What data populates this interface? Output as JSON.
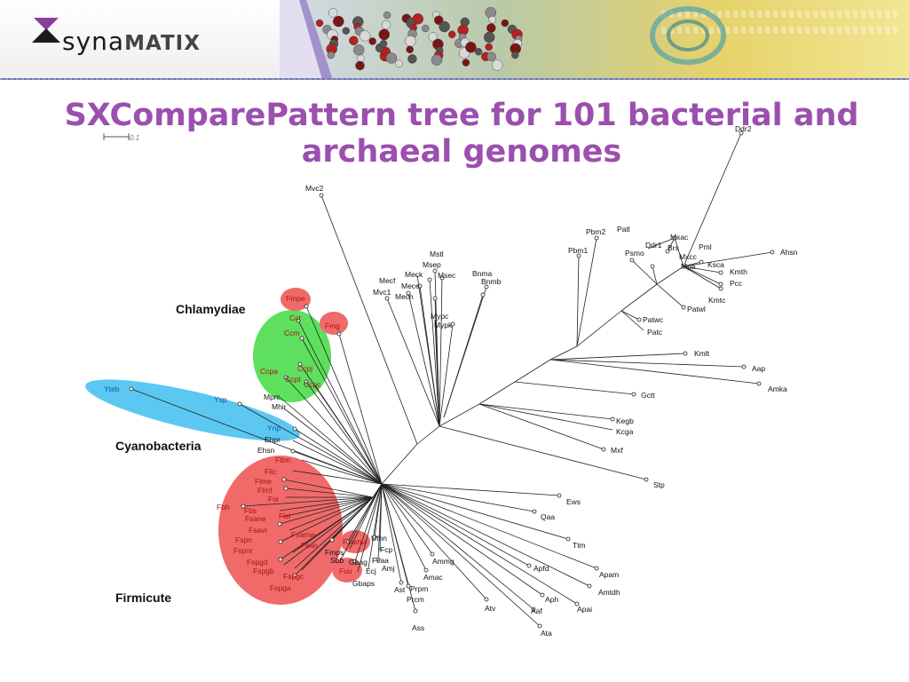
{
  "brand": {
    "logo_text_a": "syna",
    "logo_text_b": "MATIX"
  },
  "slide": {
    "title_line1": "SXComparePattern tree for 101 bacterial and",
    "title_line2": "archaeal genomes"
  },
  "scale_label": "0.1",
  "groups": {
    "chlamydiae": "Chlamydiae",
    "cyanobacteria": "Cyanobacteria",
    "firmicute": "Firmicute"
  },
  "leaves": [
    "Ddr2",
    "Mvc2",
    "Mstl",
    "Msep",
    "Meck",
    "Msec",
    "Mece",
    "Mecf",
    "Mvc1",
    "Mech",
    "Bnma",
    "Bnmb",
    "Mypc",
    "Mypk",
    "Pbm2",
    "Patl",
    "Pbm1",
    "Psmo",
    "Mxac",
    "Ddr1",
    "Brs",
    "Pml",
    "Ahsn",
    "Mxcc",
    "Ksca",
    "Mpa",
    "Kmth",
    "Pcc",
    "Kmtc",
    "Patwl",
    "Patwc",
    "Patc",
    "Kmlt",
    "Aap",
    "Amka",
    "Gctt",
    "Kegb",
    "Kcga",
    "Mxf",
    "Stp",
    "Fmpe",
    "Cct",
    "Fmg",
    "Ccm",
    "Ccpj",
    "Ccpa",
    "Ccpt",
    "Ccpc",
    "Yteb",
    "Ysp",
    "Mpm",
    "Mhir",
    "Ynp",
    "Ehpr",
    "Ehsn",
    "Fttm",
    "Flic",
    "Flme",
    "Flmf",
    "Foi",
    "Fbh",
    "Fbs",
    "Fsane",
    "Flsl",
    "Fsavr",
    "Fsamw",
    "Fspn",
    "Fsan",
    "Fspnr",
    "Fspgd",
    "Fspgb",
    "Fspgc",
    "Fspga",
    "Fsamu",
    "Fmps",
    "Sbb",
    "Fuu",
    "Gbag",
    "Gbaps",
    "Ecj",
    "Amj",
    "Fcaa",
    "Fcp",
    "Ufnn",
    "Ammg",
    "Amac",
    "Ast",
    "Prpm",
    "Prcm",
    "Ass",
    "Atv",
    "Aaf",
    "Ata",
    "Aph",
    "Apai",
    "Amtdh",
    "Apam",
    "Apfd",
    "Ttm",
    "Qaa",
    "Ews"
  ],
  "colors": {
    "title": "#9b4fae",
    "chlamydiae_fill": "#5ee05e",
    "cyanobacteria_fill": "#5cc8f2",
    "firmicute_fill": "#f06a6a",
    "banner_stripe": "#6b75b5"
  }
}
